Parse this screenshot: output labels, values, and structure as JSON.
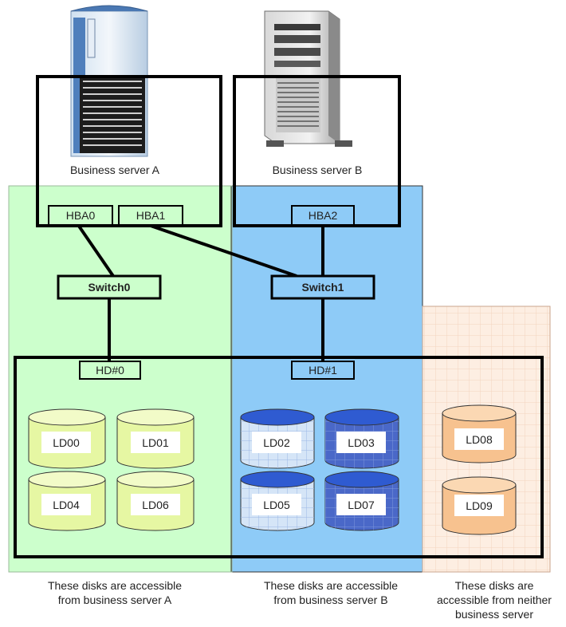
{
  "servers": [
    {
      "name": "Business server A"
    },
    {
      "name": "Business server B"
    }
  ],
  "hbas": [
    "HBA0",
    "HBA1",
    "HBA2"
  ],
  "switches": [
    "Switch0",
    "Switch1"
  ],
  "disk_arrays": [
    "HD#0",
    "HD#1"
  ],
  "logical_disks": {
    "server_a": [
      "LD00",
      "LD01",
      "LD04",
      "LD06"
    ],
    "server_b": [
      "LD02",
      "LD03",
      "LD05",
      "LD07"
    ],
    "none": [
      "LD08",
      "LD09"
    ]
  },
  "captions": {
    "server_a": [
      "These disks are accessible",
      "from business server A"
    ],
    "server_b": [
      "These disks are accessible",
      "from business server B"
    ],
    "none": [
      "These disks are",
      "accessible from neither",
      "business server"
    ]
  },
  "colors": {
    "zone_a": "#ccffcc",
    "zone_b": "#8ecbf7",
    "zone_none": "#fdeee2",
    "disk_a": "#e6f7a3",
    "disk_b_light": "#d5e5f7",
    "disk_b_dark": "#4a68c8",
    "disk_none": "#f7c28f",
    "line": "#000000"
  }
}
